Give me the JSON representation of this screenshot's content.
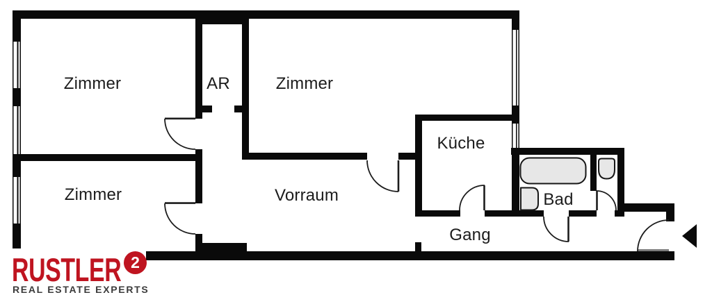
{
  "plan": {
    "title": "apartment floor plan",
    "rooms": {
      "zimmer_top_left": {
        "label": "Zimmer"
      },
      "abstellraum": {
        "label": "AR"
      },
      "zimmer_top_right": {
        "label": "Zimmer"
      },
      "kueche": {
        "label": "Küche"
      },
      "zimmer_bottom_left": {
        "label": "Zimmer"
      },
      "vorraum": {
        "label": "Vorraum"
      },
      "bad": {
        "label": "Bad"
      },
      "gang": {
        "label": "Gang"
      }
    },
    "fixtures": [
      "bathtub",
      "washbasin",
      "toilet"
    ],
    "doors": [
      "zimmer-top-left-door",
      "zimmer-top-right-door",
      "zimmer-bottom-left-door",
      "kueche-door",
      "bad-door",
      "wc-door",
      "entrance-door"
    ],
    "entrance_marker": "left-pointing-triangle"
  },
  "logo": {
    "brand": "RUSTLER",
    "superscript": "2",
    "tagline": "REAL ESTATE EXPERTS"
  },
  "colors": {
    "wall": "#0a0a0a",
    "line": "#1c1c1c",
    "fixture_fill": "#e7e7e7",
    "entrance_arrow": "#0a0a0a",
    "logo_red": "#bf1420",
    "label_text": "#1c1c1c",
    "tagline_text": "#3b3b3b",
    "background": "#ffffff"
  }
}
